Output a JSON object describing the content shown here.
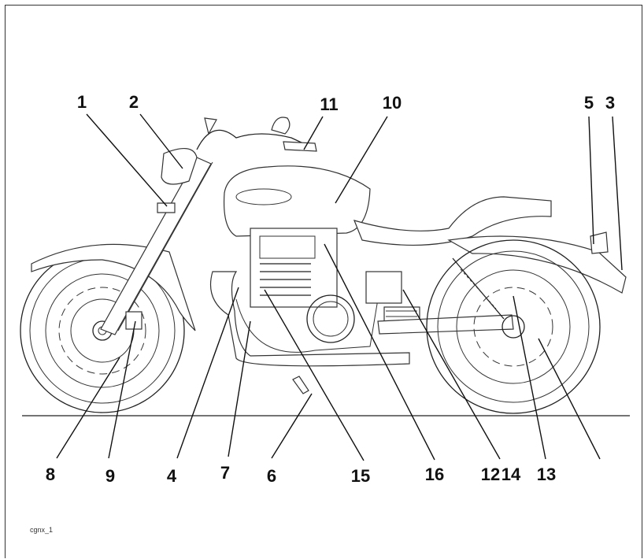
{
  "callouts": [
    {
      "id": "1",
      "label": "1"
    },
    {
      "id": "2",
      "label": "2"
    },
    {
      "id": "11",
      "label": "11"
    },
    {
      "id": "10",
      "label": "10"
    },
    {
      "id": "5",
      "label": "5"
    },
    {
      "id": "3",
      "label": "3"
    },
    {
      "id": "8",
      "label": "8"
    },
    {
      "id": "9",
      "label": "9"
    },
    {
      "id": "4",
      "label": "4"
    },
    {
      "id": "7",
      "label": "7"
    },
    {
      "id": "6",
      "label": "6"
    },
    {
      "id": "15",
      "label": "15"
    },
    {
      "id": "16",
      "label": "16"
    },
    {
      "id": "12",
      "label": "12"
    },
    {
      "id": "14",
      "label": "14"
    },
    {
      "id": "13",
      "label": "13"
    }
  ],
  "image_code": "cgnx_1"
}
